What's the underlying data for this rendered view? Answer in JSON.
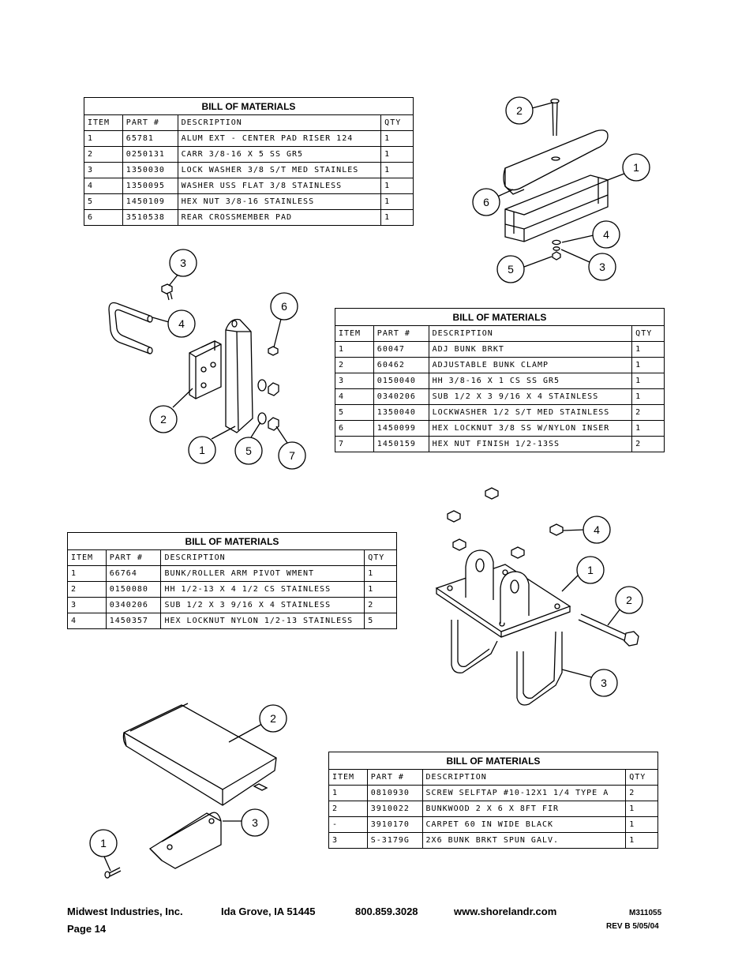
{
  "bom_tables": [
    {
      "title": "BILL OF MATERIALS",
      "headers": [
        "ITEM",
        "PART #",
        "DESCRIPTION",
        "QTY"
      ],
      "rows": [
        [
          "1",
          "65781",
          "ALUM EXT - CENTER PAD RISER 124",
          "1"
        ],
        [
          "2",
          "0250131",
          "CARR 3/8-16 X 5 SS GR5",
          "1"
        ],
        [
          "3",
          "1350030",
          "LOCK WASHER 3/8 S/T MED STAINLES",
          "1"
        ],
        [
          "4",
          "1350095",
          "WASHER USS FLAT 3/8 STAINLESS",
          "1"
        ],
        [
          "5",
          "1450109",
          "HEX NUT 3/8-16 STAINLESS",
          "1"
        ],
        [
          "6",
          "3510538",
          "REAR CROSSMEMBER PAD",
          "1"
        ]
      ]
    },
    {
      "title": "BILL OF MATERIALS",
      "headers": [
        "ITEM",
        "PART #",
        "DESCRIPTION",
        "QTY"
      ],
      "rows": [
        [
          "1",
          "60047",
          "ADJ BUNK BRKT",
          "1"
        ],
        [
          "2",
          "60462",
          "ADJUSTABLE BUNK CLAMP",
          "1"
        ],
        [
          "3",
          "0150040",
          "HH 3/8-16 X 1 CS SS GR5",
          "1"
        ],
        [
          "4",
          "0340206",
          "SUB 1/2 X 3 9/16 X 4 STAINLESS",
          "1"
        ],
        [
          "5",
          "1350040",
          "LOCKWASHER 1/2 S/T MED STAINLESS",
          "2"
        ],
        [
          "6",
          "1450099",
          "HEX LOCKNUT 3/8 SS W/NYLON INSER",
          "1"
        ],
        [
          "7",
          "1450159",
          "HEX NUT FINISH 1/2-13SS",
          "2"
        ]
      ]
    },
    {
      "title": "BILL OF MATERIALS",
      "headers": [
        "ITEM",
        "PART #",
        "DESCRIPTION",
        "QTY"
      ],
      "rows": [
        [
          "1",
          "66764",
          "BUNK/ROLLER ARM PIVOT WMENT",
          "1"
        ],
        [
          "2",
          "0150080",
          "HH 1/2-13 X 4 1/2 CS STAINLESS",
          "1"
        ],
        [
          "3",
          "0340206",
          "SUB 1/2 X 3 9/16 X 4 STAINLESS",
          "2"
        ],
        [
          "4",
          "1450357",
          "HEX LOCKNUT NYLON 1/2-13 STAINLESS",
          "5"
        ]
      ]
    },
    {
      "title": "BILL OF MATERIALS",
      "headers": [
        "ITEM",
        "PART #",
        "DESCRIPTION",
        "QTY"
      ],
      "rows": [
        [
          "1",
          "0810930",
          "SCREW SELFTAP #10-12X1 1/4 TYPE A",
          "2"
        ],
        [
          "2",
          "3910022",
          "BUNKWOOD   2 X 6 X 8FT FIR",
          "1"
        ],
        [
          "-",
          "3910170",
          "CARPET 60 IN WIDE BLACK",
          "1"
        ],
        [
          "3",
          "S-3179G",
          "2X6 BUNK BRKT SPUN GALV.",
          "1"
        ]
      ]
    }
  ],
  "callouts": {
    "fig1": [
      "2",
      "1",
      "6",
      "4",
      "5",
      "3"
    ],
    "fig2": [
      "3",
      "4",
      "6",
      "2",
      "1",
      "5",
      "7"
    ],
    "fig3": [
      "4",
      "1",
      "2",
      "3"
    ],
    "fig4": [
      "2",
      "3",
      "1"
    ]
  },
  "footer": {
    "company": "Midwest Industries, Inc.",
    "city": "Ida Grove, IA  51445",
    "phone": "800.859.3028",
    "website": "www.shorelandr.com",
    "doc_number": "M311055",
    "page": "Page 14",
    "revision": "REV B 5/05/04"
  }
}
